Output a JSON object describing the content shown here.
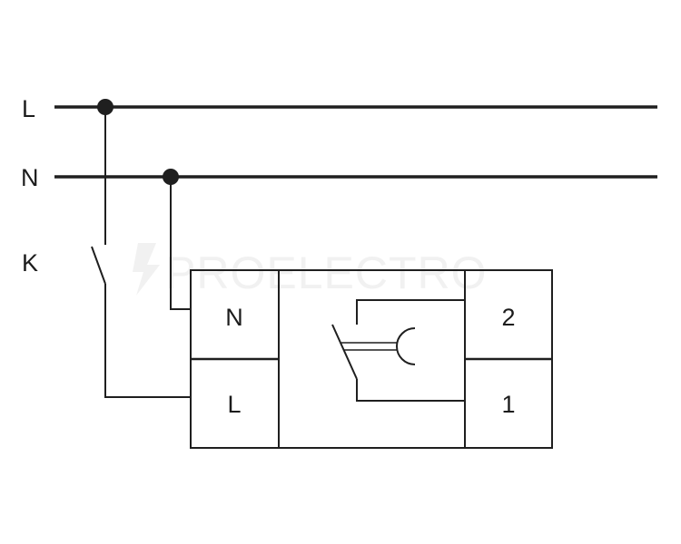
{
  "lines": {
    "L": "L",
    "N": "N",
    "K": "K"
  },
  "terminals": {
    "left_top": "N",
    "left_bottom": "L",
    "right_top": "2",
    "right_bottom": "1"
  },
  "watermark": "PROELECTRO",
  "colors": {
    "ink": "#1f1f1f",
    "watermark": "#f1f1f1"
  }
}
